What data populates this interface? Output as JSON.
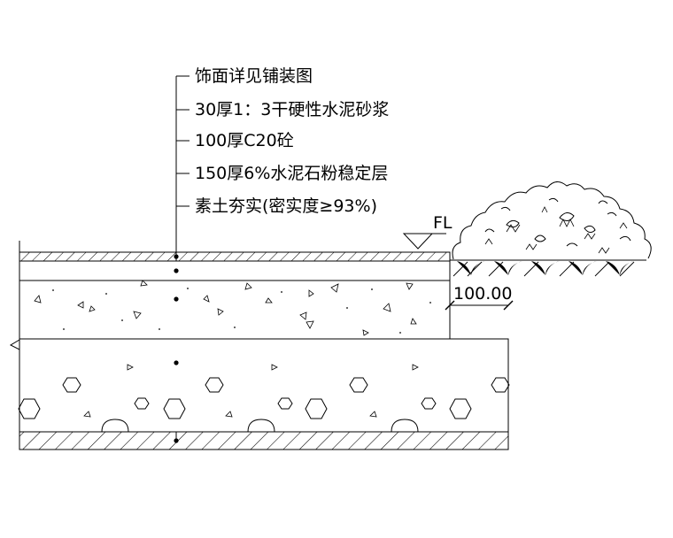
{
  "annotations": [
    "饰面详见铺装图",
    "30厚1：3干硬性水泥砂浆",
    "100厚C20砼",
    "150厚6%水泥石粉稳定层",
    "素土夯实(密实度≥93%)"
  ],
  "fl_label": "FL",
  "dimension_label": "100.00"
}
